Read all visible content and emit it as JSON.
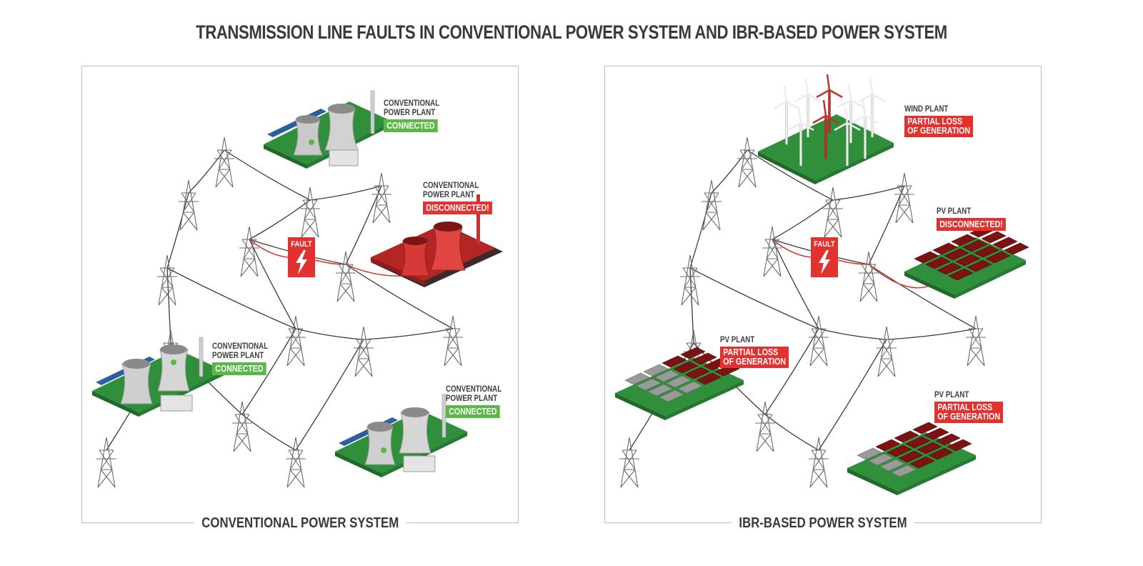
{
  "title": "TRANSMISSION LINE FAULTS IN CONVENTIONAL POWER SYSTEM AND IBR-BASED POWER SYSTEM",
  "colors": {
    "connected": "#5cb846",
    "fault": "#e2312f",
    "ground": "#2f8f3b",
    "plant_gray": "#c9c9c9",
    "line": "#3a3a3a"
  },
  "left_panel": {
    "caption": "CONVENTIONAL POWER SYSTEM",
    "plants": [
      {
        "name_line1": "CONVENTIONAL",
        "name_line2": "POWER PLANT",
        "status": "CONNECTED"
      },
      {
        "name_line1": "CONVENTIONAL",
        "name_line2": "POWER PLANT",
        "status": "DISCONNECTED!"
      },
      {
        "name_line1": "CONVENTIONAL",
        "name_line2": "POWER PLANT",
        "status": "CONNECTED"
      },
      {
        "name_line1": "CONVENTIONAL",
        "name_line2": "POWER PLANT",
        "status": "CONNECTED"
      }
    ],
    "fault_label": "FAULT"
  },
  "right_panel": {
    "caption": "IBR-BASED POWER SYSTEM",
    "plants": [
      {
        "name": "WIND PLANT",
        "status_line1": "PARTIAL LOSS",
        "status_line2": "OF GENERATION"
      },
      {
        "name": "PV PLANT",
        "status_line1": "DISCONNECTED!",
        "status_line2": ""
      },
      {
        "name": "PV PLANT",
        "status_line1": "PARTIAL LOSS",
        "status_line2": "OF GENERATION"
      },
      {
        "name": "PV PLANT",
        "status_line1": "PARTIAL LOSS",
        "status_line2": "OF GENERATION"
      }
    ],
    "fault_label": "FAULT"
  },
  "icons": [
    "transmission-tower-icon",
    "cooling-tower-icon",
    "wind-turbine-icon",
    "solar-panel-icon",
    "lightning-bolt-icon"
  ]
}
